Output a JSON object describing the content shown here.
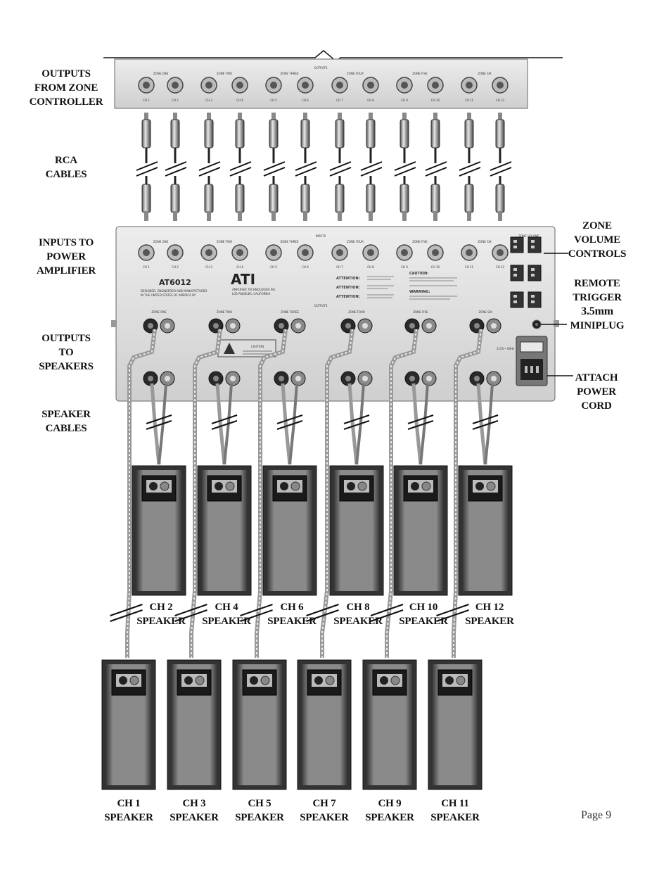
{
  "labels": {
    "outputs_from_zone": [
      "OUTPUTS",
      "FROM ZONE",
      "CONTROLLER"
    ],
    "rca_cables": [
      "RCA",
      "CABLES"
    ],
    "inputs_to_amp": [
      "INPUTS TO",
      "POWER",
      "AMPLIFIER"
    ],
    "outputs_to_speakers": [
      "OUTPUTS",
      "TO",
      "SPEAKERS"
    ],
    "speaker_cables": [
      "SPEAKER",
      "CABLES"
    ],
    "zone_volume": [
      "ZONE",
      "VOLUME",
      "CONTROLS"
    ],
    "remote_trigger": [
      "REMOTE",
      "TRIGGER",
      "3.5mm",
      "MINIPLUG"
    ],
    "attach_power": [
      "ATTACH",
      "POWER",
      "CORD"
    ]
  },
  "controller": {
    "header": "OUTPUTS",
    "zones": [
      "ZONE ONE",
      "ZONE TWO",
      "ZONE THREE",
      "ZONE FOUR",
      "ZONE FIVE",
      "ZONE SIX"
    ],
    "channels": [
      "CH 1",
      "CH 2",
      "CH 3",
      "CH 4",
      "CH 5",
      "CH 6",
      "CH 7",
      "CH 8",
      "CH 9",
      "CH 10",
      "CH 11",
      "CH 12"
    ]
  },
  "amplifier": {
    "inputs_header": "INPUTS",
    "outputs_header": "OUTPUTS",
    "zone_volume_header": "ZONE VOLUME",
    "model": "AT6012",
    "brand": "ATI",
    "company": "AMPLIFIER TECHNOLOGIES INC.",
    "city": "LOS ANGELES, CALIFORNIA",
    "designed": "DESIGNED, ENGINEERED AND MANUFACTURED",
    "usa": "IN THE UNITED STATES OF AMERICA BY",
    "attention": "ATTENTION:",
    "caution": "CAUTION:",
    "warning": "WARNING:",
    "caution_box": "CAUTION",
    "power": "115V~ 60Hz",
    "zones": [
      "ZONE ONE",
      "ZONE TWO",
      "ZONE THREE",
      "ZONE FOUR",
      "ZONE FIVE",
      "ZONE SIX"
    ],
    "channels": [
      "CH 1",
      "CH 2",
      "CH 3",
      "CH 4",
      "CH 5",
      "CH 6",
      "CH 7",
      "CH 8",
      "CH 9",
      "CH 10",
      "CH 11",
      "CH 12"
    ]
  },
  "speakers_upper": [
    [
      "CH 2",
      "SPEAKER"
    ],
    [
      "CH 4",
      "SPEAKER"
    ],
    [
      "CH 6",
      "SPEAKER"
    ],
    [
      "CH 8",
      "SPEAKER"
    ],
    [
      "CH 10",
      "SPEAKER"
    ],
    [
      "CH 12",
      "SPEAKER"
    ]
  ],
  "speakers_lower": [
    [
      "CH 1",
      "SPEAKER"
    ],
    [
      "CH 3",
      "SPEAKER"
    ],
    [
      "CH 5",
      "SPEAKER"
    ],
    [
      "CH 7",
      "SPEAKER"
    ],
    [
      "CH 9",
      "SPEAKER"
    ],
    [
      "CH 11",
      "SPEAKER"
    ]
  ],
  "page_number": "Page 9"
}
